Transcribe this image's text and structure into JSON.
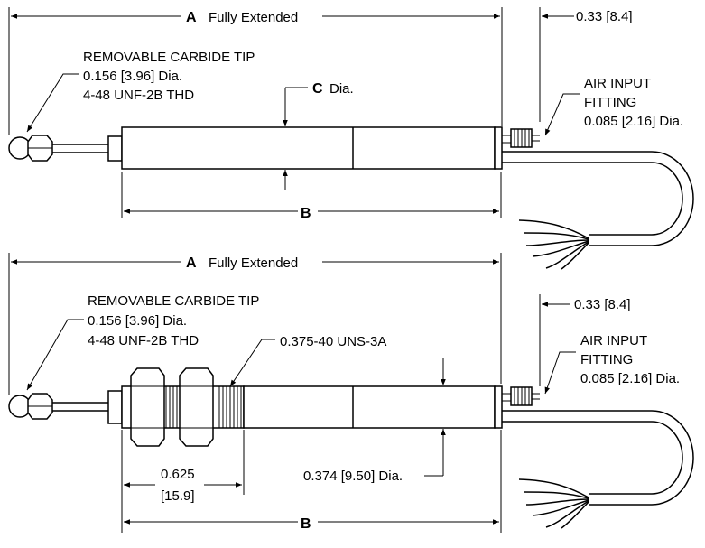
{
  "top_view": {
    "dim_a_letter": "A",
    "dim_a_text": "Fully Extended",
    "dim_033": "0.33 [8.4]",
    "tip_line1": "REMOVABLE  CARBIDE TIP",
    "tip_line2": "0.156 [3.96] Dia.",
    "tip_line3": "4-48 UNF-2B THD",
    "dia_letter": "C",
    "dia_text": "Dia.",
    "air_line1": "AIR INPUT",
    "air_line2": "FITTING",
    "air_line3": "0.085 [2.16] Dia.",
    "dim_b_letter": "B"
  },
  "bottom_view": {
    "dim_a_letter": "A",
    "dim_a_text": "Fully Extended",
    "dim_033": "0.33 [8.4]",
    "tip_line1": "REMOVABLE  CARBIDE TIP",
    "tip_line2": "0.156 [3.96] Dia.",
    "tip_line3": "4-48 UNF-2B THD",
    "thread_label": "0.375-40 UNS-3A",
    "air_line1": "AIR INPUT",
    "air_line2": "FITTING",
    "air_line3": "0.085 [2.16] Dia.",
    "dim_0625_line1": "0.625",
    "dim_0625_line2": "[15.9]",
    "dia_0374": "0.374 [9.50] Dia.",
    "dim_b_letter": "B"
  }
}
